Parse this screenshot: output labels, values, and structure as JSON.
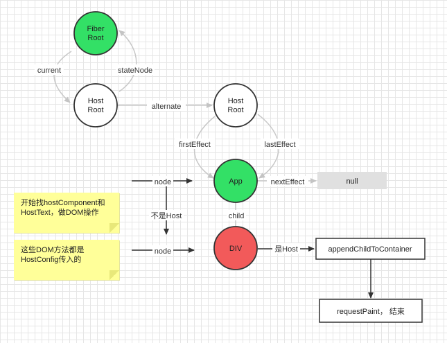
{
  "nodes": {
    "fiber_root": "Fiber\nRoot",
    "host_root_left": "Host\nRoot",
    "host_root_right": "Host\nRoot",
    "app": "App",
    "div": "DIV",
    "null_box": "null",
    "append_box": "appendChildToContainer",
    "request_box": "requestPaint，  结束"
  },
  "edges": {
    "current": "current",
    "state_node": "stateNode",
    "alternate": "alternate",
    "first_effect": "firstEffect",
    "last_effect": "lastEffect",
    "next_effect": "nextEffect",
    "child": "child",
    "node_top": "node",
    "node_bottom": "node",
    "not_host": "不是Host",
    "is_host": "是Host"
  },
  "notes": {
    "note_top": "开始找hostComponent和HostText，做DOM操作",
    "note_bottom": "这些DOM方法都是HostConfig传入的"
  },
  "colors": {
    "fiber_root_fill": "#33e066",
    "app_fill": "#33e066",
    "div_fill": "#f25a5a",
    "null_fill": "#e0e0e0",
    "note_fill": "#ffff99",
    "stroke": "#333333",
    "faint_stroke": "#c8c8c8"
  }
}
